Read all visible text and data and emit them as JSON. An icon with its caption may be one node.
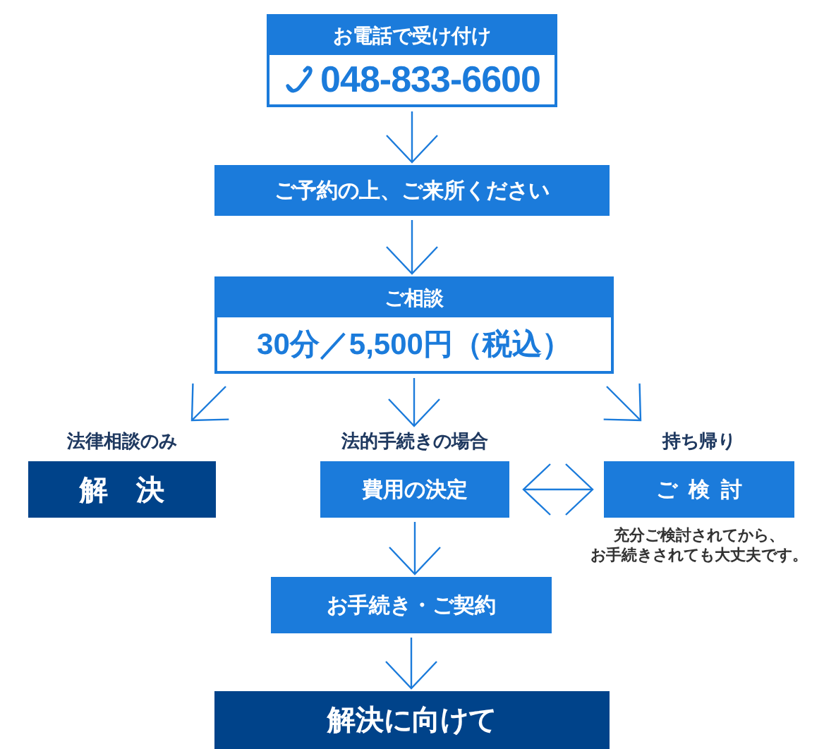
{
  "diagram": {
    "nodes": [
      {
        "text": [
          "お電話で受け付け",
          "048-833-6600"
        ]
      },
      {
        "text": [
          "ご予約の上、ご来所ください"
        ]
      },
      {
        "text": [
          "ご相談",
          "30分／5,500円（税込）"
        ]
      },
      {
        "text": [
          "法律相談のみ",
          "解　決"
        ]
      },
      {
        "text": [
          "法的手続きの場合",
          "費用の決定"
        ]
      },
      {
        "text": [
          "持ち帰り",
          "ご 検 討"
        ],
        "beside": [
          "充分ご検討されてから、お手続きされても大丈夫です。"
        ]
      },
      {
        "text": [
          "お手続き・ご契約"
        ]
      },
      {
        "text": [
          "解決に向けて"
        ]
      }
    ],
    "edges": [
      {
        "from": 0,
        "to": 1,
        "arrow": "to"
      },
      {
        "from": 1,
        "to": 2,
        "arrow": "to"
      },
      {
        "from": 2,
        "to": 3,
        "arrow": "to"
      },
      {
        "from": 2,
        "to": 4,
        "arrow": "to"
      },
      {
        "from": 2,
        "to": 5,
        "arrow": "to"
      },
      {
        "from": 4,
        "to": 5,
        "arrow": "both"
      },
      {
        "from": 4,
        "to": 6,
        "arrow": "to"
      },
      {
        "from": 6,
        "to": 7,
        "arrow": "to"
      }
    ]
  }
}
